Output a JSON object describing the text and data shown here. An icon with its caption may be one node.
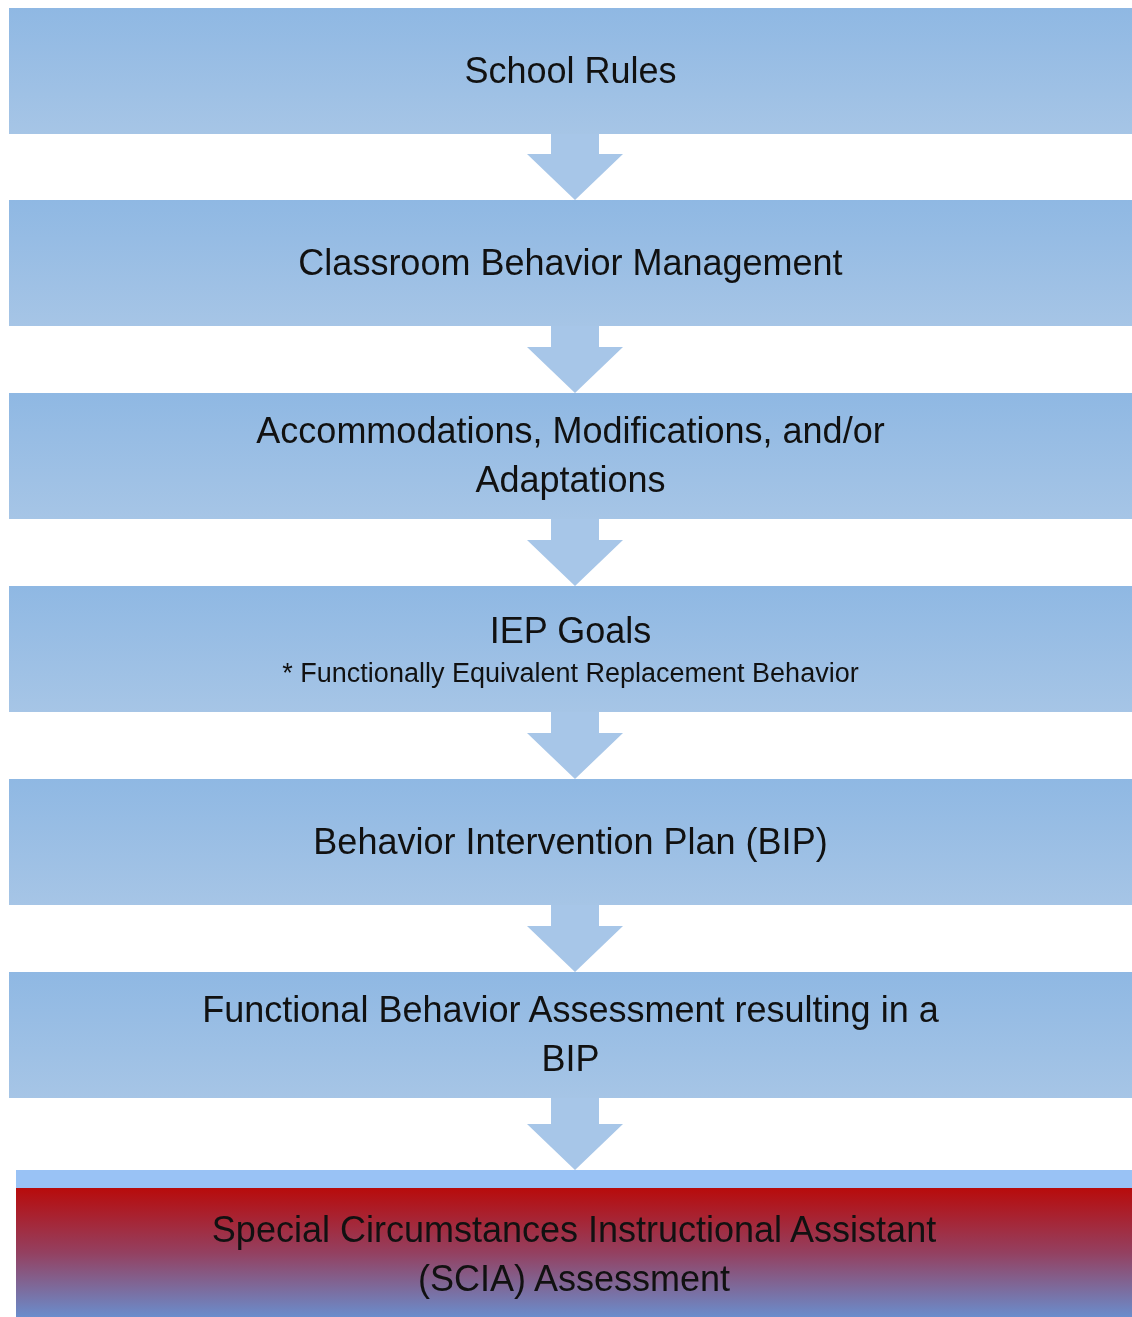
{
  "diagram": {
    "nodes": [
      {
        "text": [
          "School Rules"
        ]
      },
      {
        "text": [
          "Classroom Behavior Management"
        ]
      },
      {
        "text": [
          "Accommodations, Modifications, and/or Adaptations"
        ]
      },
      {
        "text": [
          "IEP Goals",
          "* Functionally Equivalent Replacement Behavior"
        ]
      },
      {
        "text": [
          "Behavior Intervention Plan (BIP)"
        ]
      },
      {
        "text": [
          "Functional Behavior Assessment resulting in a BIP"
        ]
      },
      {
        "text": [
          "Special Circumstances Instructional Assistant (SCIA) Assessment"
        ]
      }
    ],
    "edges": [
      {
        "from": 0,
        "to": 1,
        "arrow": "to"
      },
      {
        "from": 1,
        "to": 2,
        "arrow": "to"
      },
      {
        "from": 2,
        "to": 3,
        "arrow": "to"
      },
      {
        "from": 3,
        "to": 4,
        "arrow": "to"
      },
      {
        "from": 4,
        "to": 5,
        "arrow": "to"
      },
      {
        "from": 5,
        "to": 6,
        "arrow": "to"
      }
    ]
  }
}
